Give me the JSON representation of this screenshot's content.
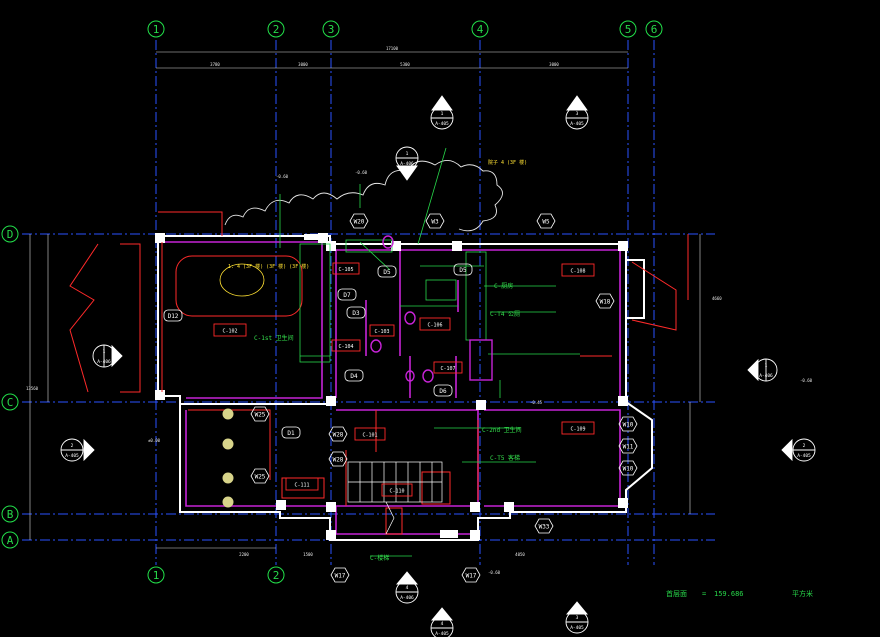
{
  "grid": {
    "columns": [
      {
        "id": "1"
      },
      {
        "id": "2"
      },
      {
        "id": "3"
      },
      {
        "id": "4"
      },
      {
        "id": "5"
      },
      {
        "id": "6"
      }
    ],
    "rows": [
      {
        "id": "D"
      },
      {
        "id": "C"
      },
      {
        "id": "B"
      },
      {
        "id": "A"
      }
    ]
  },
  "dimensions": {
    "overall": "17100",
    "segments": [
      "3780",
      "3000",
      "5300",
      "3000"
    ],
    "bottom": [
      "2200",
      "1500",
      "4050"
    ],
    "right_vertical": "4660",
    "left_vertical": "13560"
  },
  "rooms": [
    {
      "code": "C-102"
    },
    {
      "code": "C-104"
    },
    {
      "code": "C-105"
    },
    {
      "code": "C-103"
    },
    {
      "code": "C-106"
    },
    {
      "code": "C-107"
    },
    {
      "code": "C-108"
    },
    {
      "code": "C-109"
    },
    {
      "code": "C-101"
    },
    {
      "code": "C-110"
    },
    {
      "code": "C-111"
    }
  ],
  "room_labels": {
    "garage_note": "C-1st 卫生间",
    "kitchen_note": "C-厨房",
    "dining_note": "C-T4 公厕",
    "toilet2": "C-2nd 卫生间",
    "stair_note": "C-T5 客梯",
    "corridor": "C-楼梯",
    "yard_note": "院子 4\n(3F 楼)",
    "car_note": "1: 4\n(3F 楼)\n(3F 楼)\n(3F 楼)"
  },
  "doors": [
    "D12",
    "D7",
    "D3",
    "D5",
    "D5",
    "D4",
    "D6",
    "D1"
  ],
  "windows": [
    "W20",
    "W3",
    "W5",
    "W18",
    "W25",
    "W28",
    "W28",
    "W25",
    "W10",
    "W11",
    "W10",
    "W33",
    "W17",
    "W17"
  ],
  "sections": [
    {
      "num": "1",
      "ref": "A-405"
    },
    {
      "num": "1",
      "ref": "A-406"
    },
    {
      "num": "3",
      "ref": "A-405"
    },
    {
      "num": "4",
      "ref": "A-406"
    },
    {
      "num": "1",
      "ref": "A-406"
    },
    {
      "num": "2",
      "ref": "A-405"
    },
    {
      "num": "2",
      "ref": "A-405"
    },
    {
      "num": "4",
      "ref": "A-405"
    },
    {
      "num": "3",
      "ref": "A-405"
    }
  ],
  "levels": [
    "-0.60",
    "-0.60",
    "±0.00",
    "-0.45",
    "-0.60",
    "-0.60"
  ],
  "area_note": {
    "label": "首层面",
    "equals": "=",
    "value": "159.686",
    "unit": "平方米"
  },
  "colors": {
    "background": "#000000",
    "grid_axis": "#2a52ff",
    "grid_bubble": "#22e04a",
    "wall": "#ffffff",
    "wall_inner": "#c623d6",
    "red": "#ff2a2a",
    "green": "#27d84a",
    "yellow": "#ffe133",
    "cyan": "#25d9d9",
    "dim": "#d6d6d6"
  }
}
